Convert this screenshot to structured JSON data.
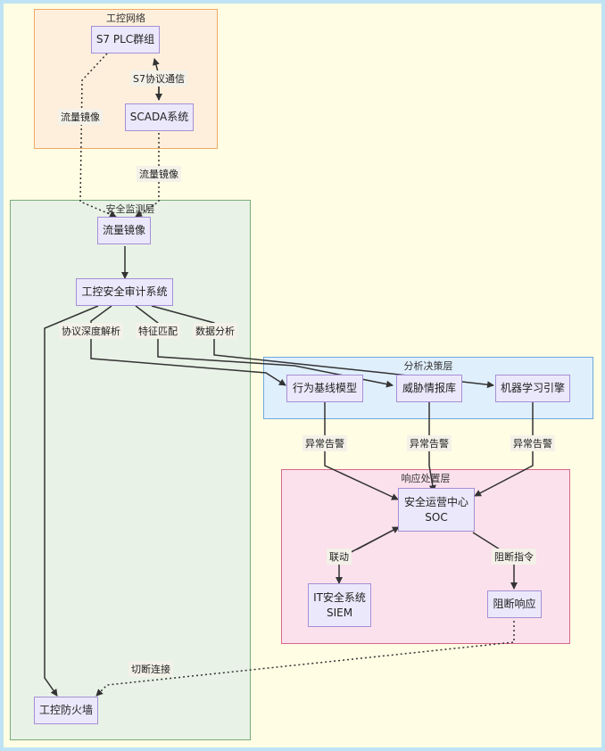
{
  "groups": {
    "ics_network": "工控网络",
    "monitoring": "安全监测层",
    "analysis": "分析决策层",
    "response": "响应处置层"
  },
  "nodes": {
    "s7_plc": "S7 PLC群组",
    "scada": "SCADA系统",
    "traffic_mirror": "流量镜像",
    "ics_audit": "工控安全审计系统",
    "baseline_model": "行为基线模型",
    "threat_intel": "威胁情报库",
    "ml_engine": "机器学习引擎",
    "soc_line1": "安全运营中心",
    "soc_line2": "SOC",
    "siem_line1": "IT安全系统",
    "siem_line2": "SIEM",
    "block_response": "阻断响应",
    "ics_firewall": "工控防火墙"
  },
  "edge_labels": {
    "s7_protocol": "S7协议通信",
    "mirror_from_plc": "流量镜像",
    "mirror_from_scada": "流量镜像",
    "protocol_parsing": "协议深度解析",
    "feature_match": "特征匹配",
    "data_analysis": "数据分析",
    "alert_baseline": "异常告警",
    "alert_intel": "异常告警",
    "alert_ml": "异常告警",
    "linkage": "联动",
    "block_command": "阻断指令",
    "cut_connection": "切断连接"
  },
  "colors": {
    "ics_network_fill": "#fdefdc",
    "ics_network_border": "#f0a868",
    "monitoring_fill": "#e8f2e6",
    "monitoring_border": "#7aab7a",
    "analysis_fill": "#e0effc",
    "analysis_border": "#6fa8dc",
    "response_fill": "#fbe1ec",
    "response_border": "#d9668a",
    "node_fill": "#ece8fb",
    "node_border": "#a58fd6",
    "edge": "#333333"
  }
}
